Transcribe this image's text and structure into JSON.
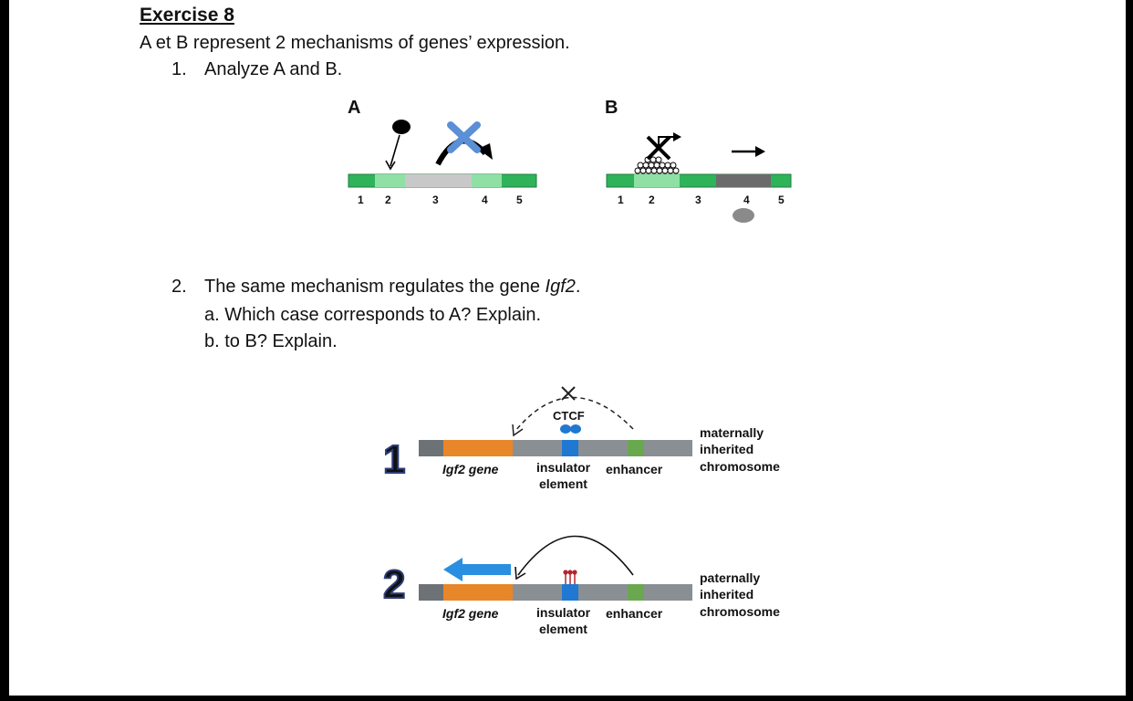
{
  "exercise": {
    "title": "Exercise 8",
    "intro": "A et B represent 2 mechanisms of genes’ expression.",
    "q1_num": "1.",
    "q1_text": "Analyze A and B.",
    "q2_num": "2.",
    "q2_text": "The same mechanism regulates the gene ",
    "q2_gene": "Igf2",
    "q2_end": ".",
    "q2a": "a. Which case corresponds to A? Explain.",
    "q2b": "b. to B? Explain."
  },
  "figure_top": {
    "panel_a": {
      "label": "A",
      "region_numbers": [
        "1",
        "2",
        "3",
        "4",
        "5"
      ]
    },
    "panel_b": {
      "label": "B",
      "region_numbers": [
        "1",
        "2",
        "3",
        "4",
        "5"
      ]
    }
  },
  "figure_bottom": {
    "case1": {
      "number": "1",
      "gene_label": "Igf2 gene",
      "insulator_label_line1": "insulator",
      "insulator_label_line2": "element",
      "enhancer_label": "enhancer",
      "ctcf_label": "CTCF",
      "chromosome_line1": "maternally",
      "chromosome_line2": "inherited",
      "chromosome_line3": "chromosome"
    },
    "case2": {
      "number": "2",
      "gene_label": "Igf2 gene",
      "insulator_label_line1": "insulator",
      "insulator_label_line2": "element",
      "enhancer_label": "enhancer",
      "chromosome_line1": "paternally",
      "chromosome_line2": "inherited",
      "chromosome_line3": "chromosome"
    }
  },
  "colors": {
    "green_dark": "#2fb35a",
    "green_light": "#8ee0a4",
    "grey_region": "#c8c8c8",
    "chromosome_grey": "#8a8f93",
    "gene_orange": "#e8862a",
    "insulator_blue": "#1f78d1",
    "enhancer_green": "#6aa84f",
    "cross_blue": "#5b8fd6",
    "methyl_red": "#b3262c"
  }
}
